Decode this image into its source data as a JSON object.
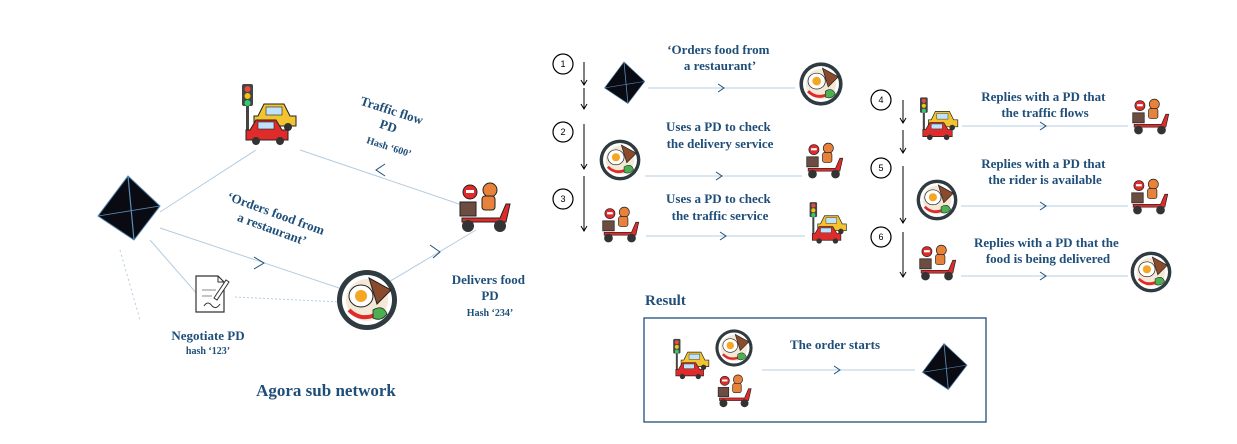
{
  "left": {
    "traffic_label": [
      "Traffic flow",
      "PD",
      "Hash ‘600’"
    ],
    "orders_label": [
      "‘Orders food from",
      "a restaurant’"
    ],
    "delivers_label": [
      "Delivers food",
      "PD"
    ],
    "delivers_hash": "Hash ‘234’",
    "negotiate_label": "Negotiate PD",
    "negotiate_hash": "hash ‘123’",
    "caption": "Agora sub network"
  },
  "steps": [
    {
      "num": "1",
      "lines": [
        "‘Orders food from",
        "a restaurant’"
      ]
    },
    {
      "num": "2",
      "lines": [
        "Uses a PD to check",
        "the delivery service"
      ]
    },
    {
      "num": "3",
      "lines": [
        "Uses a PD to check",
        "the traffic service"
      ]
    },
    {
      "num": "4",
      "lines": [
        "Replies with a PD that",
        "the traffic flows"
      ]
    },
    {
      "num": "5",
      "lines": [
        "Replies with a PD that",
        "the rider is available"
      ]
    },
    {
      "num": "6",
      "lines": [
        "Replies with a PD that the",
        "food is being delivered"
      ]
    }
  ],
  "result": {
    "title": "Result",
    "text": "The order starts"
  },
  "arrow_glyph": ">",
  "icons": [
    "agent-icon",
    "traffic-cars-icon",
    "food-plate-icon",
    "delivery-rider-icon",
    "document-pen-icon"
  ],
  "colors": {
    "label": "#1f4e79",
    "link": "#b4cde0",
    "box_border": "#1f4e79"
  }
}
